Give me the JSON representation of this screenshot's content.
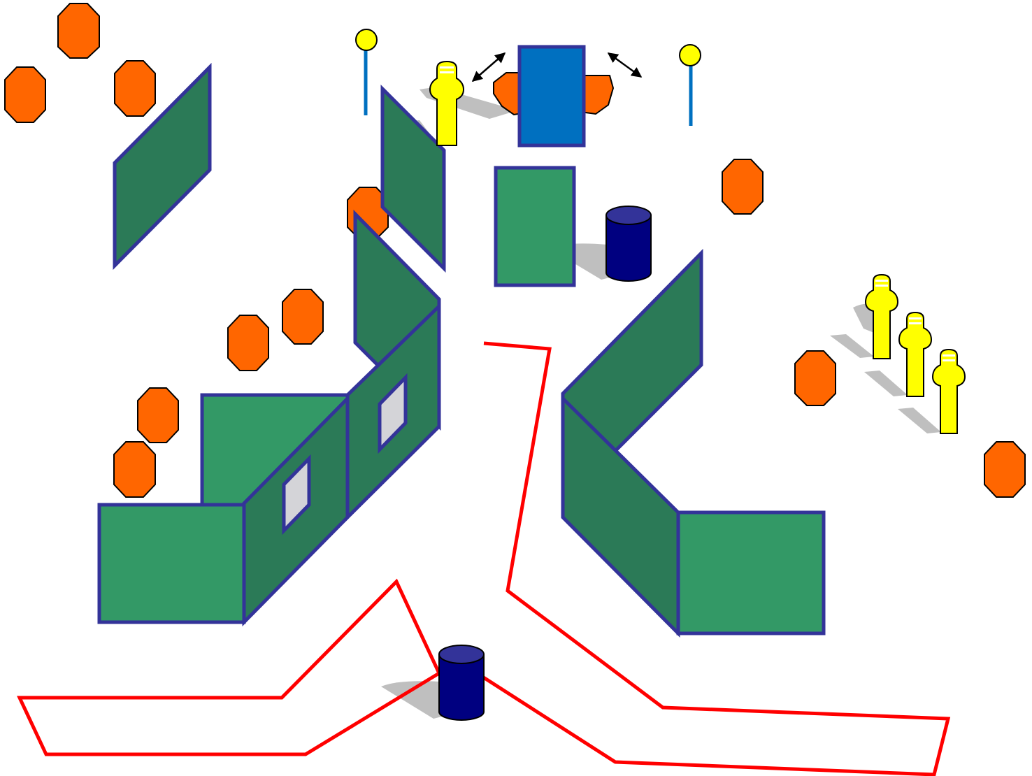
{
  "title": "",
  "elements": {
    "steel_targets": "orange-octagon",
    "paper_targets": "yellow-popper",
    "barrels": "navy-barrel",
    "walls": "green-wall",
    "fault_line": "red-outline",
    "moving_target": "blue-swinger",
    "activators": "yellow-ball-stick"
  },
  "colors": {
    "wall_light": "#339966",
    "wall_dark": "#2b7a57",
    "wall_outline": "#333399",
    "steel": "#ff6600",
    "fault_line": "#ff0000",
    "barrel": "#000080",
    "popper": "#ffff00",
    "swinger": "#0070c0"
  }
}
